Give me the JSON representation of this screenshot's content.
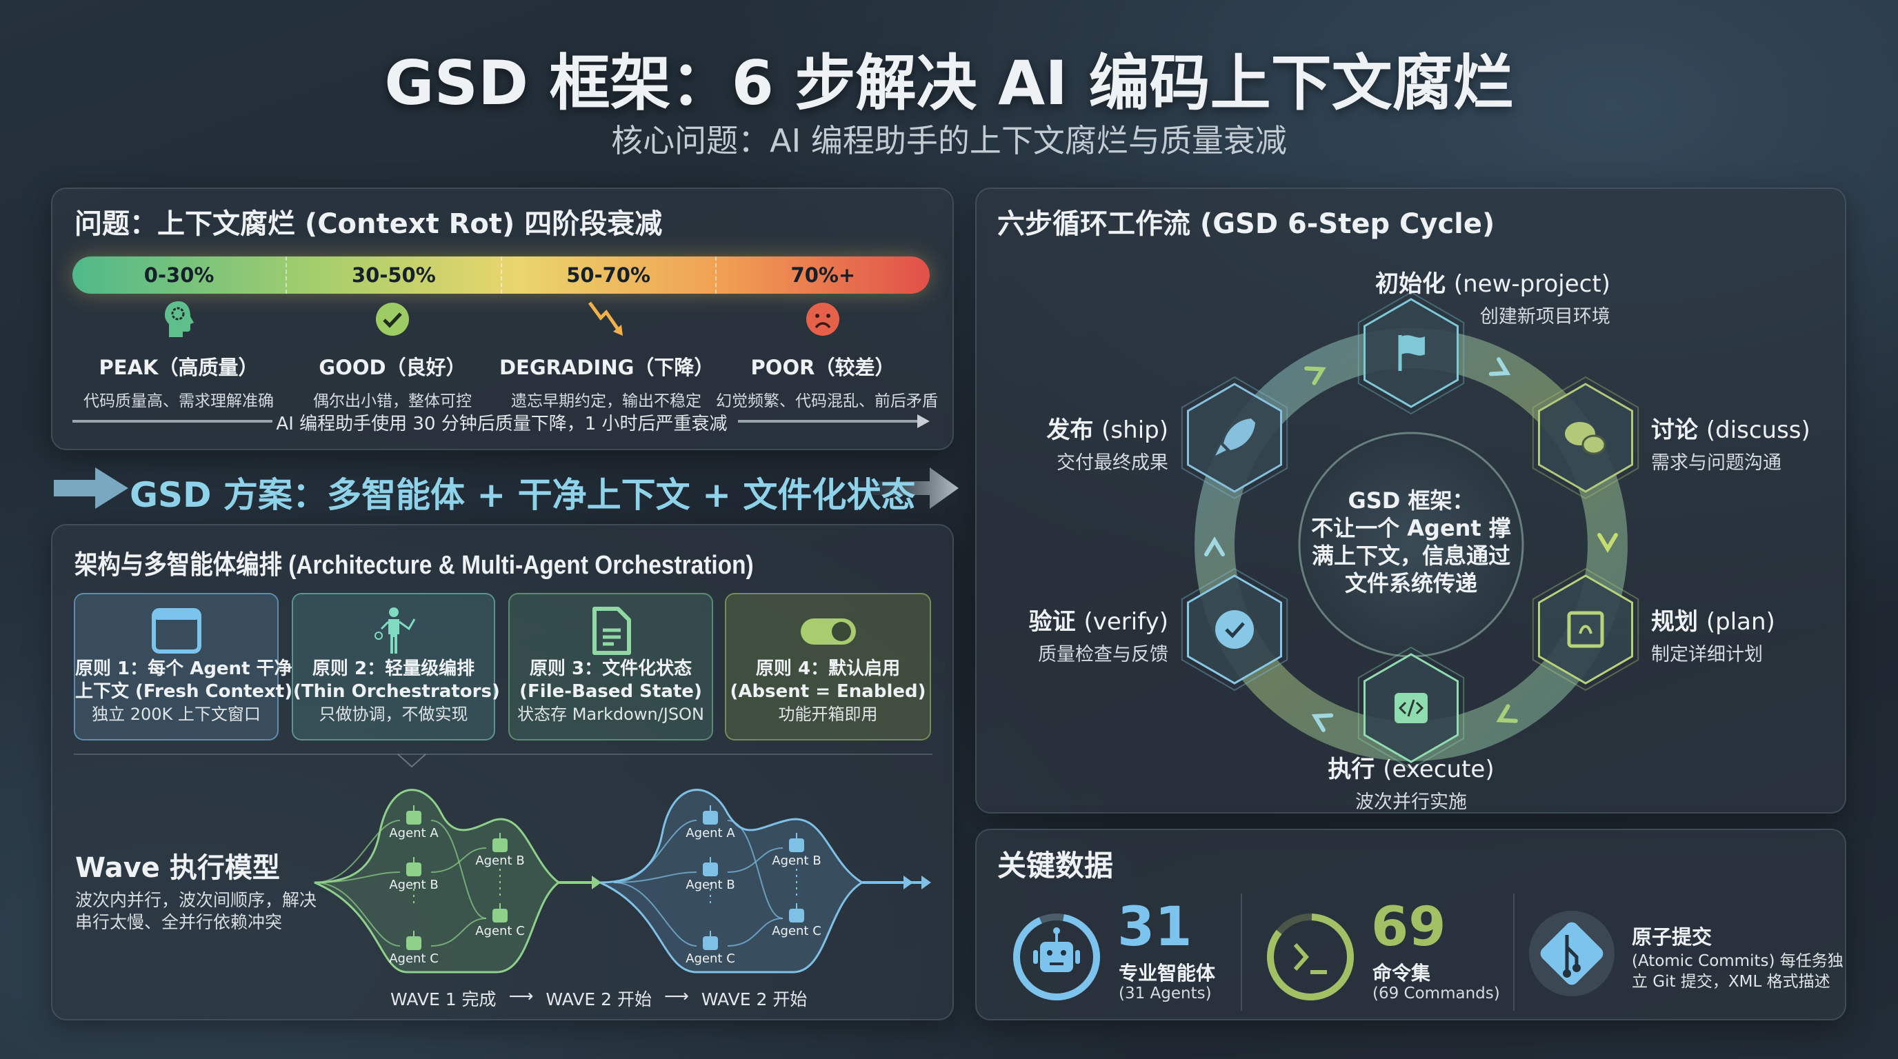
{
  "header": {
    "title": "GSD 框架：6 步解决 AI 编码上下文腐烂",
    "subtitle": "核心问题：AI 编程助手的上下文腐烂与质量衰减"
  },
  "problem": {
    "title": "问题：上下文腐烂 (Context Rot) 四阶段衰减",
    "ranges": [
      "0-30%",
      "30-50%",
      "50-70%",
      "70%+"
    ],
    "stages": [
      {
        "name": "PEAK（高质量）",
        "desc": "代码质量高、需求理解准确",
        "icon": "head-gear-icon",
        "color": "#5fbf8c"
      },
      {
        "name": "GOOD（良好）",
        "desc": "偶尔出小错，整体可控",
        "icon": "check-circle-icon",
        "color": "#9ccc63"
      },
      {
        "name": "DEGRADING（下降）",
        "desc": "遗忘早期约定，输出不稳定",
        "icon": "trend-down-icon",
        "color": "#f0b04a"
      },
      {
        "name": "POOR（较差）",
        "desc": "幻觉频繁、代码混乱、前后矛盾",
        "icon": "sad-face-icon",
        "color": "#e5614a"
      }
    ],
    "footnote": "AI 编程助手使用 30 分钟后质量下降，1 小时后严重衰减"
  },
  "solution": {
    "banner": "GSD 方案：多智能体 + 干净上下文 + 文件化状态"
  },
  "architecture": {
    "title": "架构与多智能体编排 (Architecture & Multi-Agent Orchestration)",
    "principles": [
      {
        "line1": "原则 1：每个 Agent 干净",
        "line2": "上下文 (Fresh Context)",
        "desc": "独立 200K 上下文窗口",
        "icon": "window-icon",
        "color": "#7cc4ee"
      },
      {
        "line1": "原则 2：轻量级编排",
        "line2": "(Thin Orchestrators)",
        "desc": "只做协调，不做实现",
        "icon": "conductor-icon",
        "color": "#7fdcc0"
      },
      {
        "line1": "原则 3：文件化状态",
        "line2": "(File-Based State)",
        "desc": "状态存 Markdown/JSON",
        "icon": "document-icon",
        "color": "#8ed9a4"
      },
      {
        "line1": "原则 4：默认启用",
        "line2": "(Absent = Enabled)",
        "desc": "功能开箱即用",
        "icon": "toggle-icon",
        "color": "#a8cc6e"
      }
    ],
    "wave": {
      "title": "Wave 执行模型",
      "desc1": "波次内并行，波次间顺序，解决",
      "desc2": "串行太慢、全并行依赖冲突",
      "wave1": {
        "col1": [
          "Agent A",
          "Agent B",
          "Agent C"
        ],
        "col2": [
          "Agent B",
          "Agent C"
        ],
        "color": "#8fd08a"
      },
      "wave2": {
        "col1": [
          "Agent A",
          "Agent B",
          "Agent C"
        ],
        "col2": [
          "Agent B",
          "Agent C"
        ],
        "color": "#7fc0e6"
      },
      "footer": [
        "WAVE 1 完成",
        "WAVE 2 开始",
        "WAVE 2 开始"
      ]
    }
  },
  "cycle": {
    "title": "六步循环工作流 (GSD 6-Step Cycle)",
    "center": [
      "GSD 框架：",
      "不让一个 Agent 撑",
      "满上下文，信息通过",
      "文件系统传递"
    ],
    "steps": [
      {
        "cn": "初始化",
        "en": "(new-project)",
        "desc": "创建新项目环境",
        "icon": "flag-icon"
      },
      {
        "cn": "讨论",
        "en": "(discuss)",
        "desc": "需求与问题沟通",
        "icon": "chat-bubbles-icon"
      },
      {
        "cn": "规划",
        "en": "(plan)",
        "desc": "制定详细计划",
        "icon": "blueprint-icon"
      },
      {
        "cn": "执行",
        "en": "(execute)",
        "desc": "波次并行实施",
        "icon": "code-icon"
      },
      {
        "cn": "验证",
        "en": "(verify)",
        "desc": "质量检查与反馈",
        "icon": "check-circle-icon"
      },
      {
        "cn": "发布",
        "en": "(ship)",
        "desc": "交付最终成果",
        "icon": "rocket-icon"
      }
    ]
  },
  "stats": {
    "title": "关键数据",
    "agents": {
      "value": "31",
      "label": "专业智能体",
      "sub": "(31 Agents)",
      "icon": "robot-icon",
      "color": "#7cc4ee"
    },
    "commands": {
      "value": "69",
      "label": "命令集",
      "sub": "(69 Commands)",
      "icon": "terminal-icon",
      "color": "#a2c064"
    },
    "commits": {
      "label": "原子提交",
      "desc1": "(Atomic Commits) 每任务独",
      "desc2": "立 Git 提交，XML 格式描述",
      "icon": "git-icon",
      "color": "#7cc4ee"
    }
  }
}
